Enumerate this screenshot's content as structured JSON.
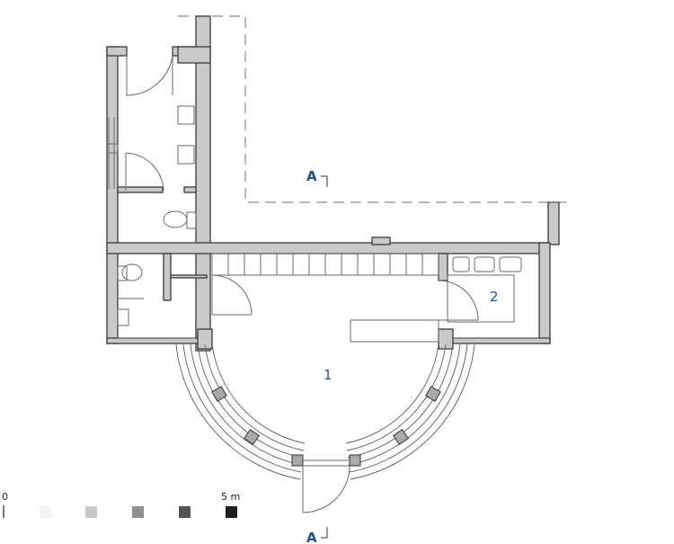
{
  "labels": {
    "section_top": "A",
    "section_bottom": "A",
    "room_1": "1",
    "room_2": "2"
  },
  "scale": {
    "start": "0",
    "end": "5 m",
    "swatches": [
      "#f2f2f2",
      "#c8c8c8",
      "#8f8f8f",
      "#545454",
      "#1e1e1e"
    ]
  },
  "colors": {
    "wall_fill": "#c9c9c9",
    "wall_stroke": "#3a3a3a",
    "line": "#6a6a6a",
    "accent": "#1d4f91"
  }
}
